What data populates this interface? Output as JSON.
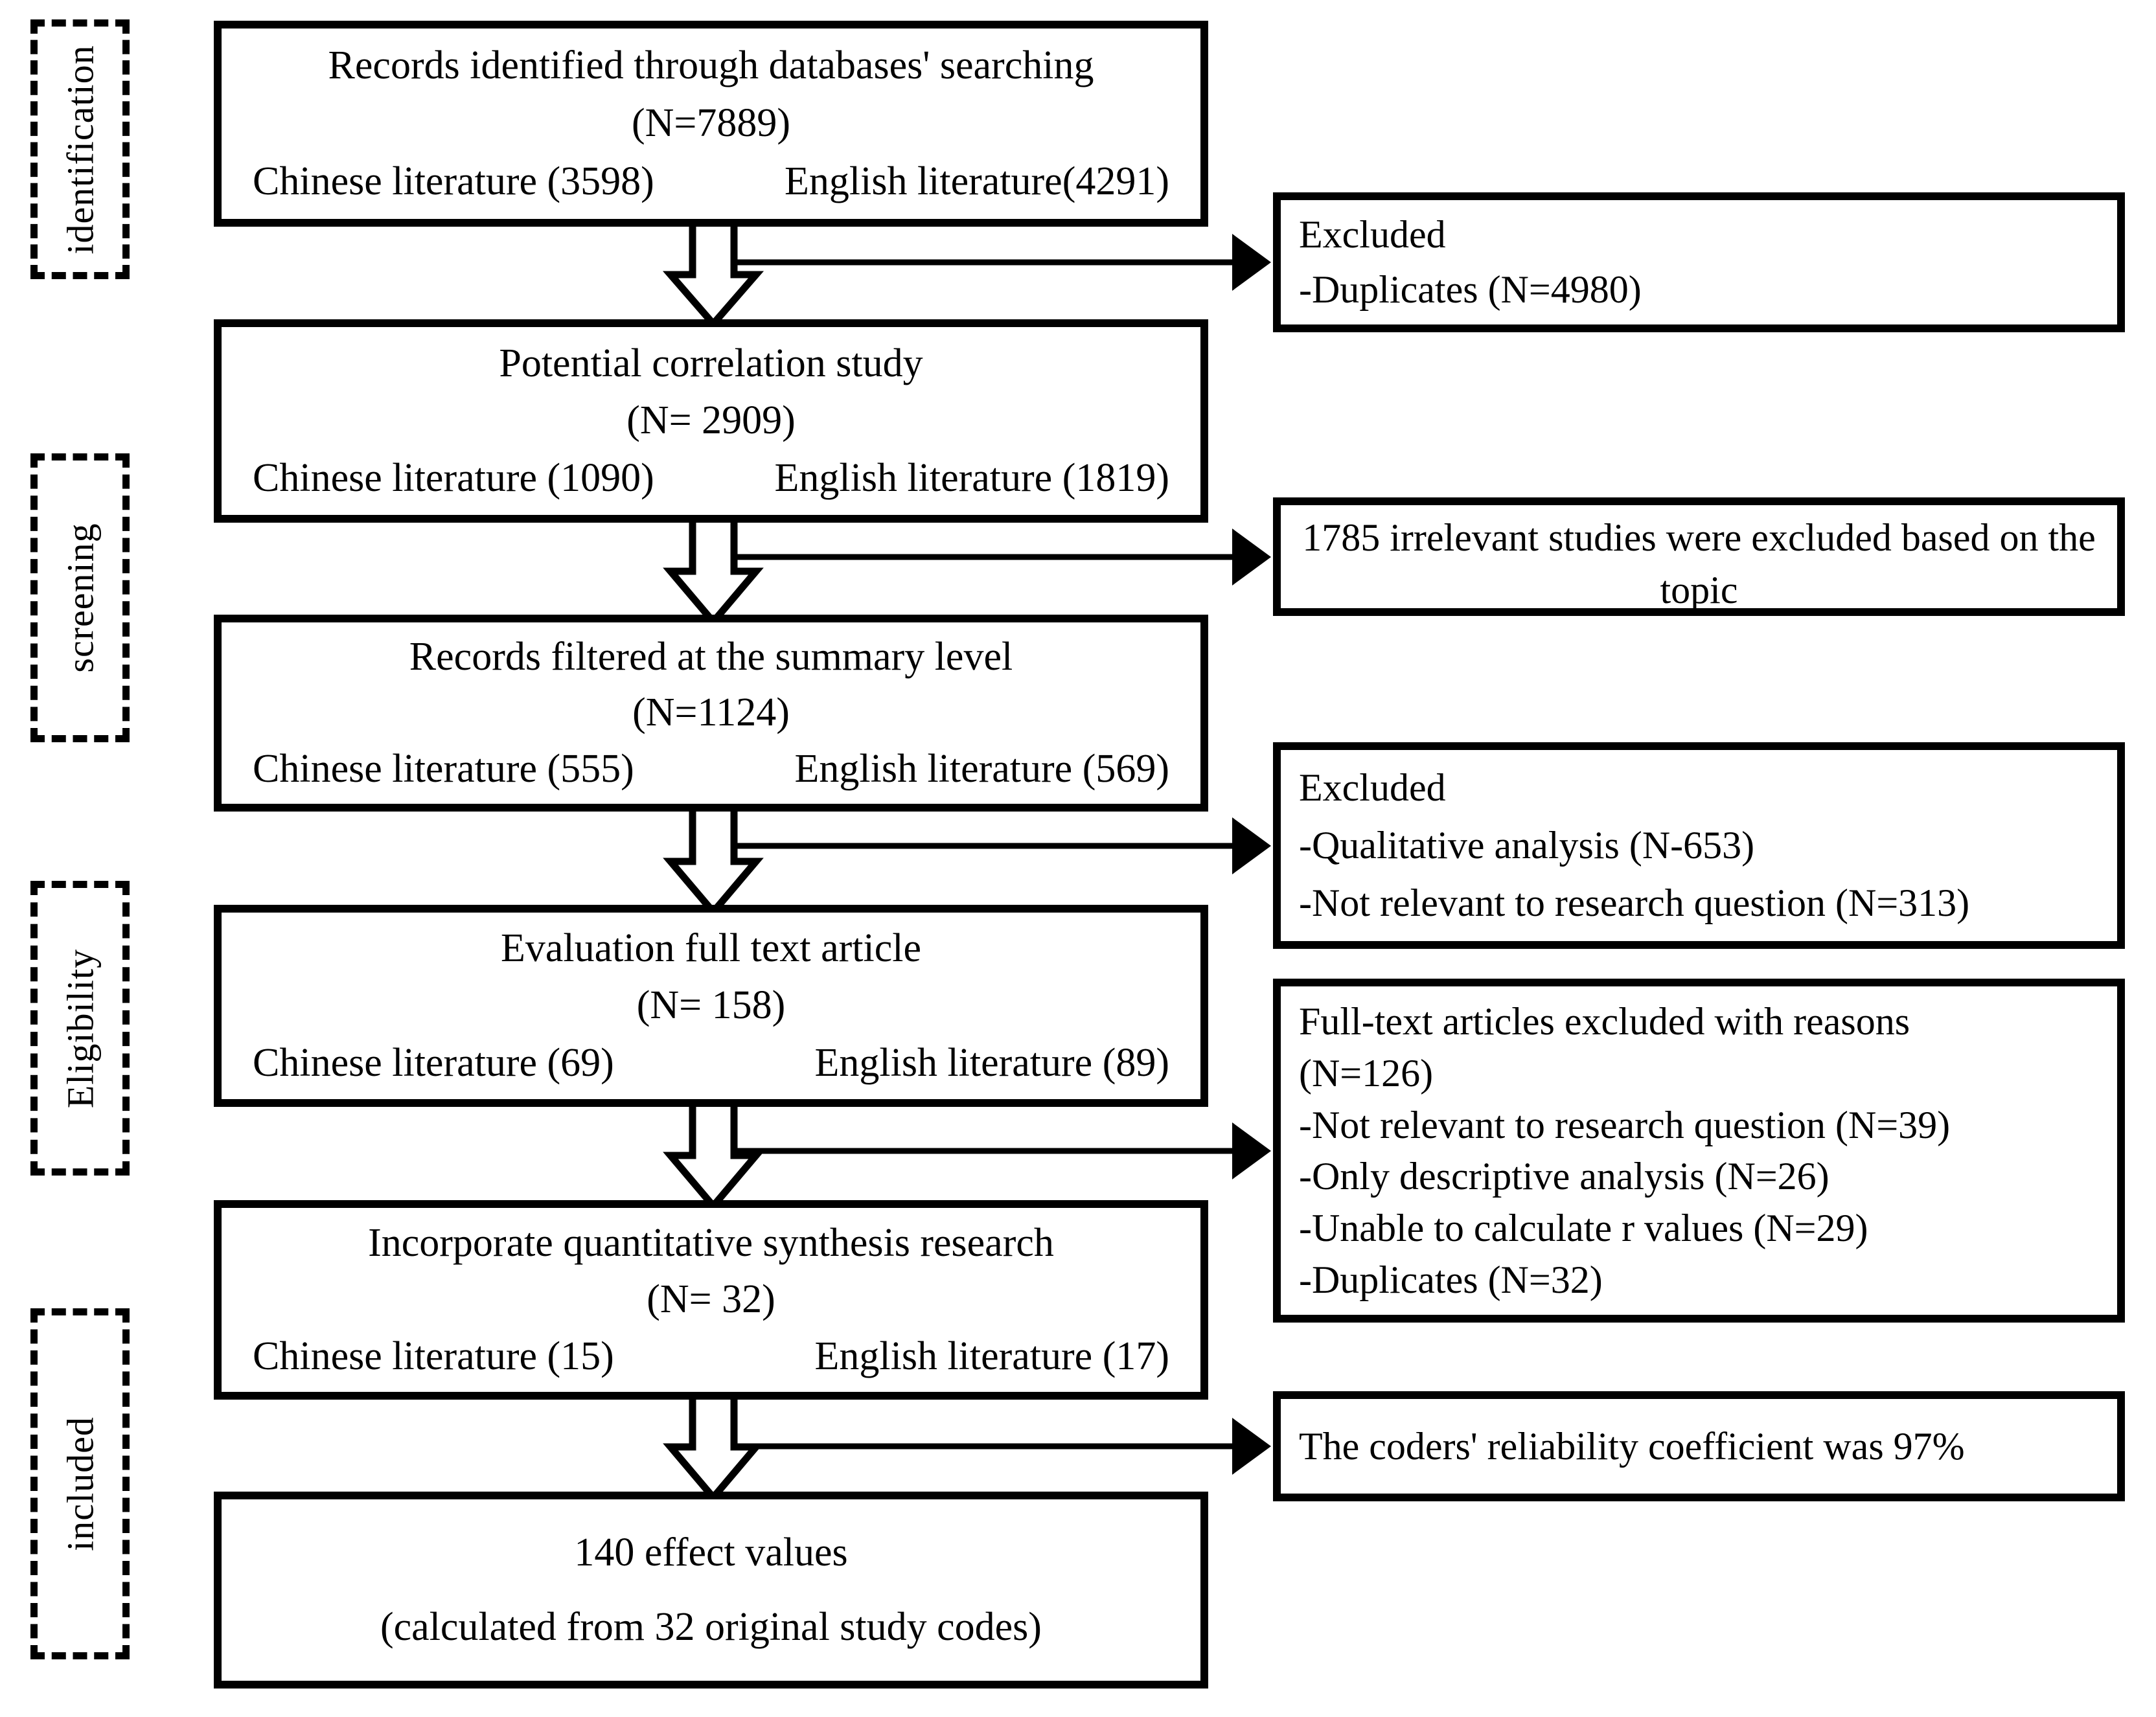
{
  "figure": {
    "colors": {
      "ink": "#000000",
      "paper": "#ffffff"
    },
    "stages": [
      {
        "label": "identification"
      },
      {
        "label": "screening"
      },
      {
        "label": "Eligibility"
      },
      {
        "label": "included"
      }
    ],
    "flow_boxes": [
      {
        "title": "Records identified through databases' searching",
        "n": "(N=7889)",
        "chinese": "Chinese literature (3598)",
        "english": "English literature(4291)"
      },
      {
        "title": "Potential correlation study",
        "n": "(N= 2909)",
        "chinese": "Chinese literature (1090)",
        "english": "English literature (1819)"
      },
      {
        "title": "Records filtered at the summary level",
        "n": "(N=1124)",
        "chinese": "Chinese literature (555)",
        "english": "English literature (569)"
      },
      {
        "title": "Evaluation full text article",
        "n": "(N= 158)",
        "chinese": "Chinese literature (69)",
        "english": "English literature (89)"
      },
      {
        "title": "Incorporate quantitative synthesis research",
        "n": "(N= 32)",
        "chinese": "Chinese literature (15)",
        "english": "English literature (17)"
      },
      {
        "title": "140 effect values",
        "n": "(calculated from 32 original study codes)"
      }
    ],
    "side_boxes": [
      {
        "lines": [
          "Excluded",
          "-Duplicates (N=4980)"
        ]
      },
      {
        "lines": [
          "1785 irrelevant studies were excluded based on the topic"
        ]
      },
      {
        "lines": [
          "Excluded",
          "-Qualitative analysis (N-653)",
          "-Not relevant to research question (N=313)"
        ]
      },
      {
        "lines": [
          "Full-text articles excluded with reasons",
          "(N=126)",
          "-Not relevant to research question (N=39)",
          "-Only descriptive analysis (N=26)",
          "-Unable to calculate r values (N=29)",
          "-Duplicates  (N=32)"
        ]
      },
      {
        "lines": [
          "The coders' reliability coefficient was 97%"
        ]
      }
    ]
  }
}
